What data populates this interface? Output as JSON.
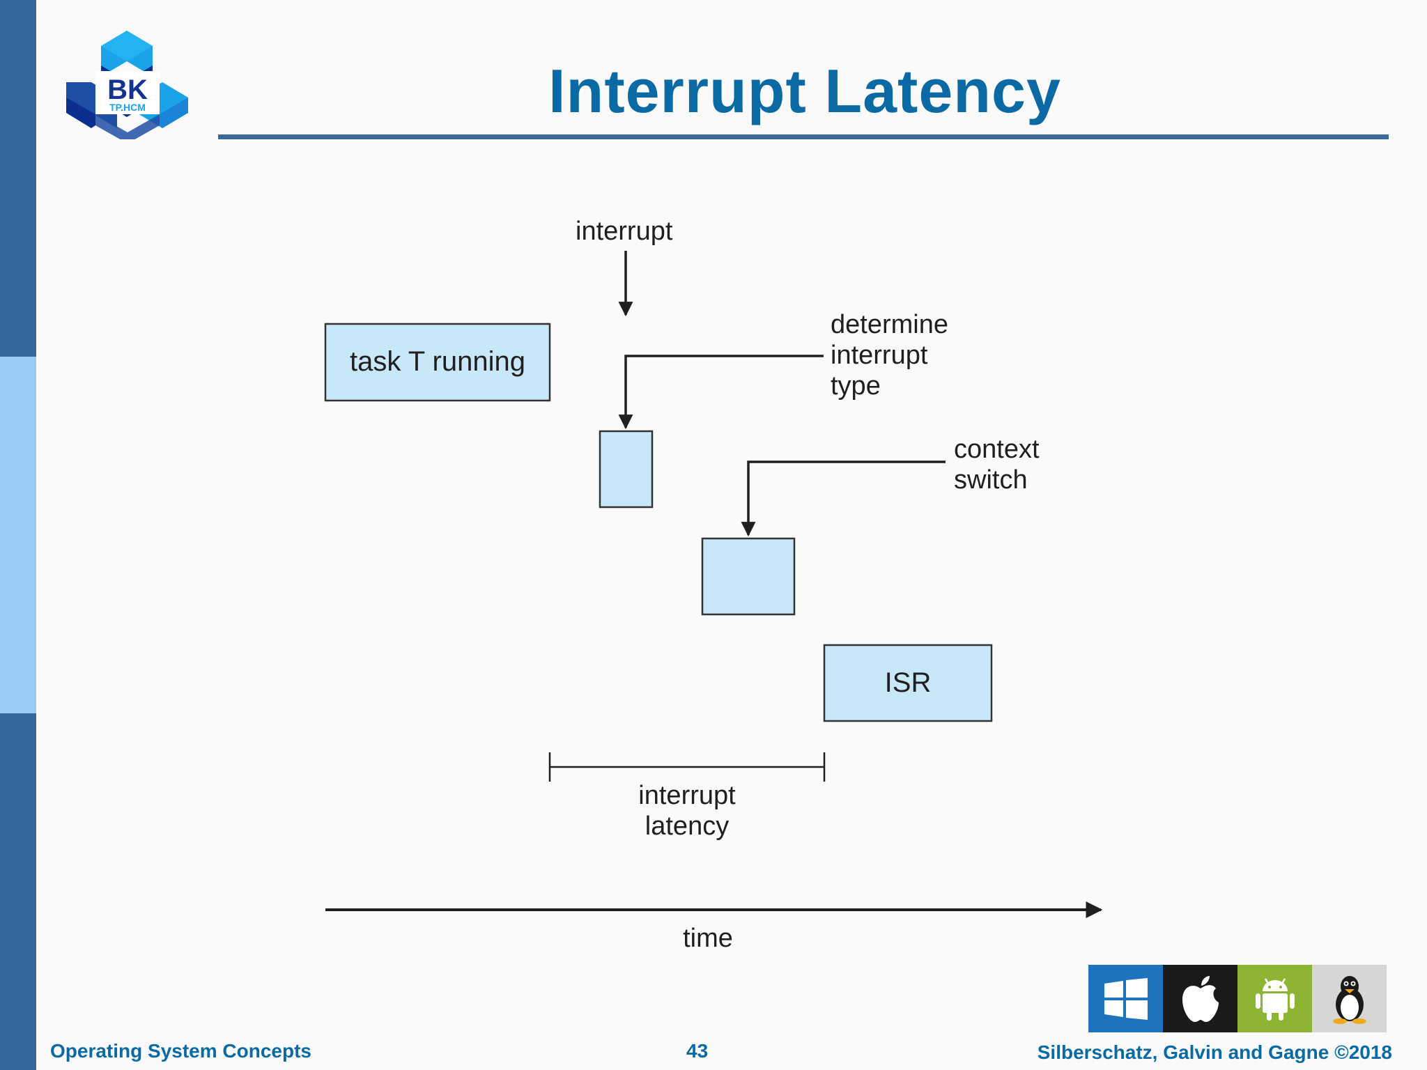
{
  "slide": {
    "title": "Interrupt Latency",
    "logo": {
      "text_main": "BK",
      "text_sub": "TP.HCM",
      "icon": "bk-university-logo"
    }
  },
  "diagram": {
    "labels": {
      "interrupt": "interrupt",
      "determine": [
        "determine",
        "interrupt",
        "type"
      ],
      "context_switch": [
        "context",
        "switch"
      ],
      "latency": [
        "interrupt",
        "latency"
      ],
      "time": "time"
    },
    "boxes": {
      "task": "task T running",
      "determine_box": "",
      "context_box": "",
      "isr": "ISR"
    }
  },
  "footer": {
    "left": "Operating System Concepts",
    "page": "43",
    "right": "Silberschatz, Galvin and Gagne ©2018"
  },
  "os_icons": [
    {
      "name": "windows-icon",
      "color": "#1e73be"
    },
    {
      "name": "apple-icon",
      "color": "#1a1a1a"
    },
    {
      "name": "android-icon",
      "color": "#8db533"
    },
    {
      "name": "linux-icon",
      "color": "#d6d6d6"
    }
  ],
  "colors": {
    "accent": "#0b6aa3",
    "box_fill": "#c8e7f8",
    "sidebar_dark": "#36679b",
    "sidebar_light": "#9ccaf6"
  }
}
